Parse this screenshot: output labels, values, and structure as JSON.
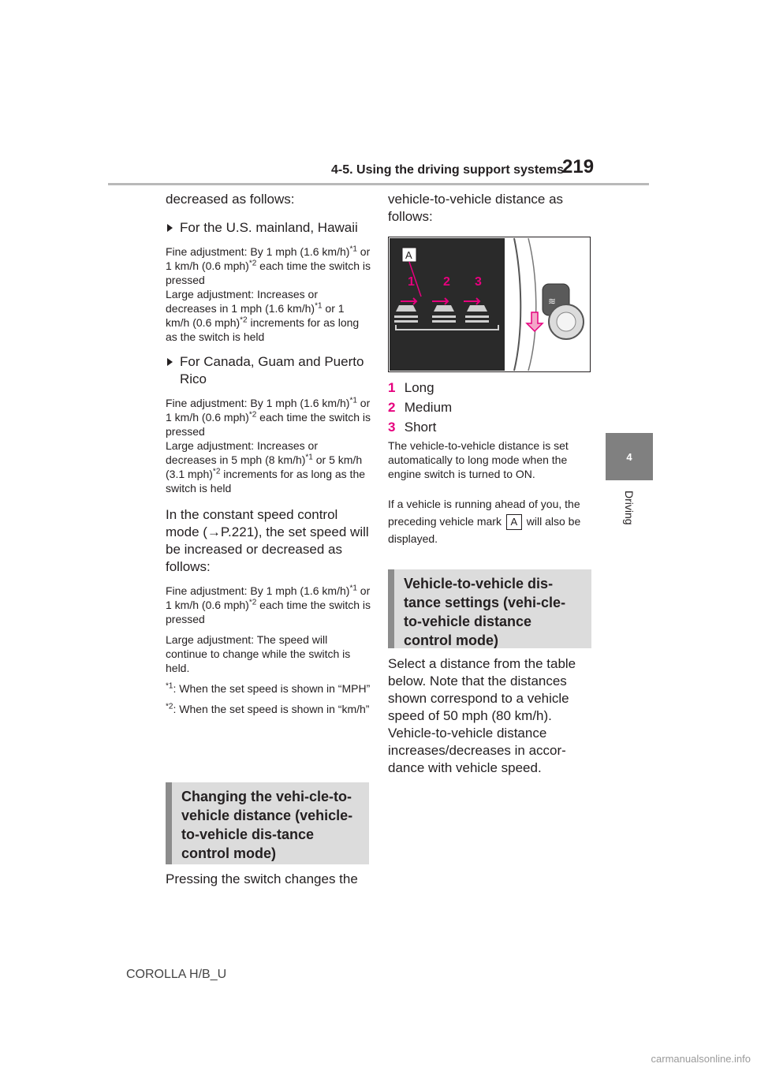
{
  "header": {
    "section_title": "4-5. Using the driving support systems",
    "page_number": "219"
  },
  "side_tab": {
    "chapter_number": "4",
    "chapter_name": "Driving"
  },
  "left": {
    "intro": "decreased as follows:",
    "us_heading": "For the U.S. mainland, Hawaii",
    "us_fine_1": "Fine adjustment: By 1 mph (1.6 km/h)",
    "us_fine_2": " or 1 km/h (0.6 mph)",
    "us_fine_3": " each time the switch is pressed",
    "us_large_1": "Large adjustment: Increases or decreases in 1 mph (1.6 km/h)",
    "us_large_2": " or 1 km/h (0.6 mph)",
    "us_large_3": " increments for as long as the switch is held",
    "ca_heading": "For Canada, Guam and Puerto Rico",
    "ca_fine_1": "Fine adjustment: By 1 mph (1.6 km/h)",
    "ca_fine_2": " or 1 km/h (0.6 mph)",
    "ca_fine_3": " each time the switch is pressed",
    "ca_large_1": "Large adjustment: Increases or decreases in 5 mph (8 km/h)",
    "ca_large_2": " or 5 km/h (3.1 mph)",
    "ca_large_3": " increments for as long as the switch is held",
    "const_text": "In the constant speed control mode (→P.221), the set speed will be increased or decreased as follows:",
    "const_fine_1": "Fine adjustment: By 1 mph (1.6 km/h)",
    "const_fine_2": " or 1 km/h (0.6 mph)",
    "const_fine_3": " each time the switch is pressed",
    "const_large": "Large adjustment: The speed will continue to change while the switch is held.",
    "sup1": "*1",
    "sup2": "*2",
    "fn1_mark": "*1",
    "fn1_text": ": When the set speed is shown in “MPH”",
    "fn2_mark": "*2",
    "fn2_text": ": When the set speed is shown in “km/h”",
    "box_heading": "Changing the vehi-cle-to-vehicle distance (vehicle-to-vehicle dis-tance control mode)",
    "pressing": "Pressing the switch changes the"
  },
  "right": {
    "cont": "vehicle-to-vehicle distance as follows:",
    "figure_callout": "A",
    "figure_labels": [
      "1",
      "2",
      "3"
    ],
    "items": [
      {
        "num": "1",
        "label": "Long"
      },
      {
        "num": "2",
        "label": "Medium"
      },
      {
        "num": "3",
        "label": "Short"
      }
    ],
    "note1": "The vehicle-to-vehicle distance is set automatically to long mode when the engine switch is turned to ON.",
    "note2_a": "If a vehicle is running ahead of you, the preceding vehicle mark",
    "note2_mark": "A",
    "note2_b": " will also be displayed.",
    "box_heading": "Vehicle-to-vehicle dis-tance settings (vehi-cle-to-vehicle distance control mode)",
    "select_text": "Select a distance from the table below. Note that the distances shown correspond to a vehicle speed of 50 mph (80 km/h). Vehicle-to-vehicle distance increases/decreases in accor-dance with vehicle speed."
  },
  "footer": {
    "model": "COROLLA H/B_U"
  },
  "watermark": "carmanualsonline.info",
  "colors": {
    "accent": "#e6007e",
    "box_bg": "#dcdcdc",
    "box_bar": "#8c8c8c",
    "tab": "#808080"
  }
}
